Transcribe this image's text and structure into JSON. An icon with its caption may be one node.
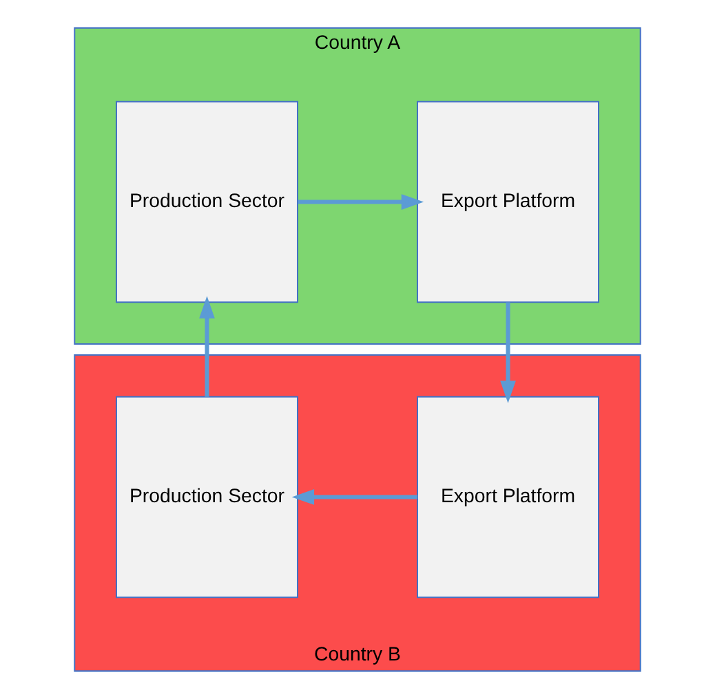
{
  "diagram": {
    "nodes": [
      {
        "text": [
          "Country A"
        ]
      },
      {
        "text": [
          "Production Sector"
        ],
        "in": 0
      },
      {
        "text": [
          "Export Platform"
        ],
        "in": 0
      },
      {
        "text": [
          "Country B"
        ]
      },
      {
        "text": [
          "Production Sector"
        ],
        "in": 3
      },
      {
        "text": [
          "Export Platform"
        ],
        "in": 3
      }
    ],
    "edges": [
      {
        "from": 1,
        "to": 2,
        "arrow": "to"
      },
      {
        "from": 2,
        "to": 5,
        "arrow": "to"
      },
      {
        "from": 5,
        "to": 4,
        "arrow": "to"
      },
      {
        "from": 4,
        "to": 1,
        "arrow": "to"
      }
    ]
  }
}
